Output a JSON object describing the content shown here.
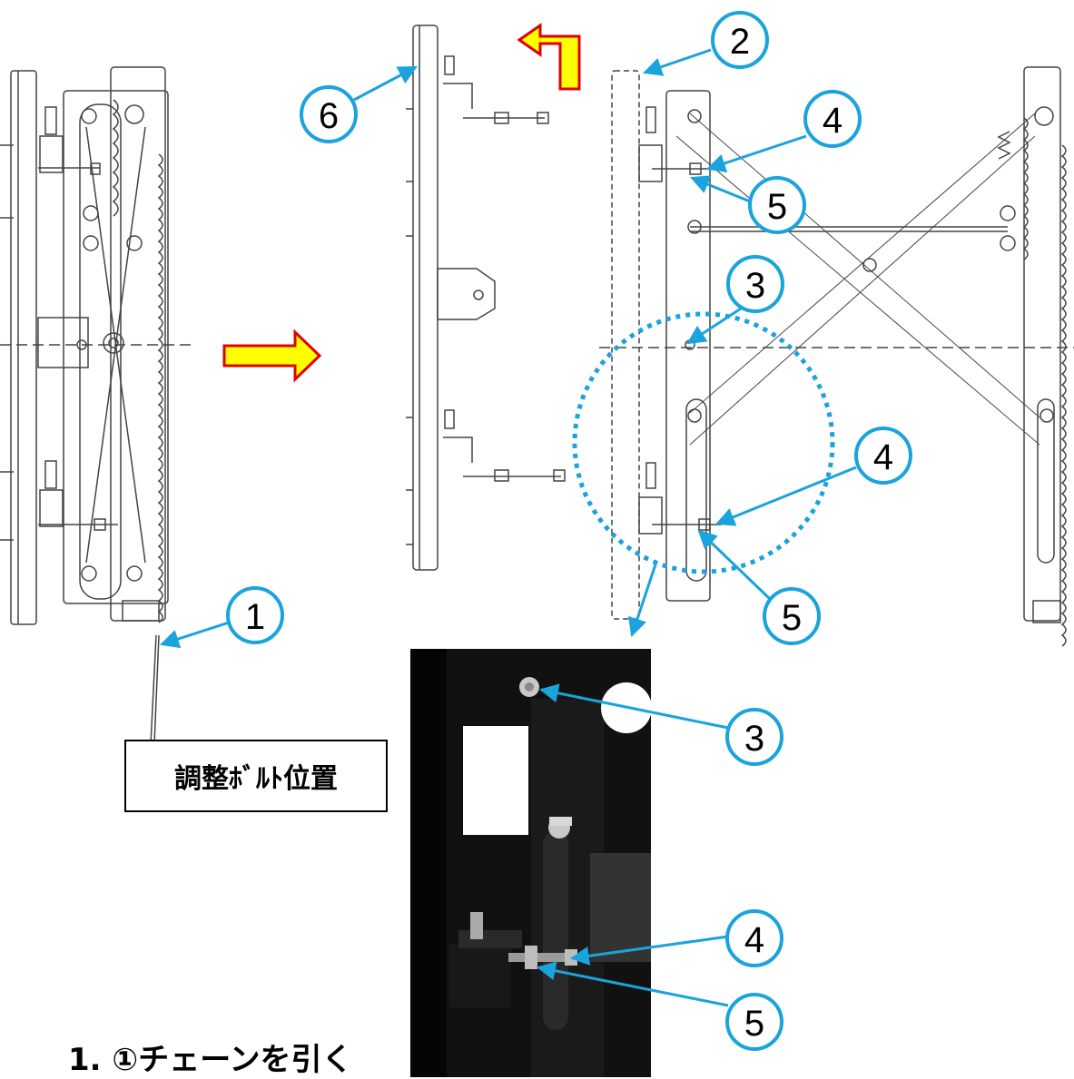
{
  "callouts": {
    "c1": "1",
    "c2": "2",
    "c3a": "3",
    "c3b": "3",
    "c4a": "4",
    "c4b": "4",
    "c4c": "4",
    "c5a": "5",
    "c5b": "5",
    "c5c": "5",
    "c6": "6"
  },
  "label_box": "調整ﾎﾞﾙﾄ位置",
  "step_text": "1. ①チェーンを引く",
  "colors": {
    "callout_stroke": "#1aa3dc",
    "arrow_fill": "#ffff00",
    "arrow_stroke": "#e00000",
    "line": "#555555"
  }
}
